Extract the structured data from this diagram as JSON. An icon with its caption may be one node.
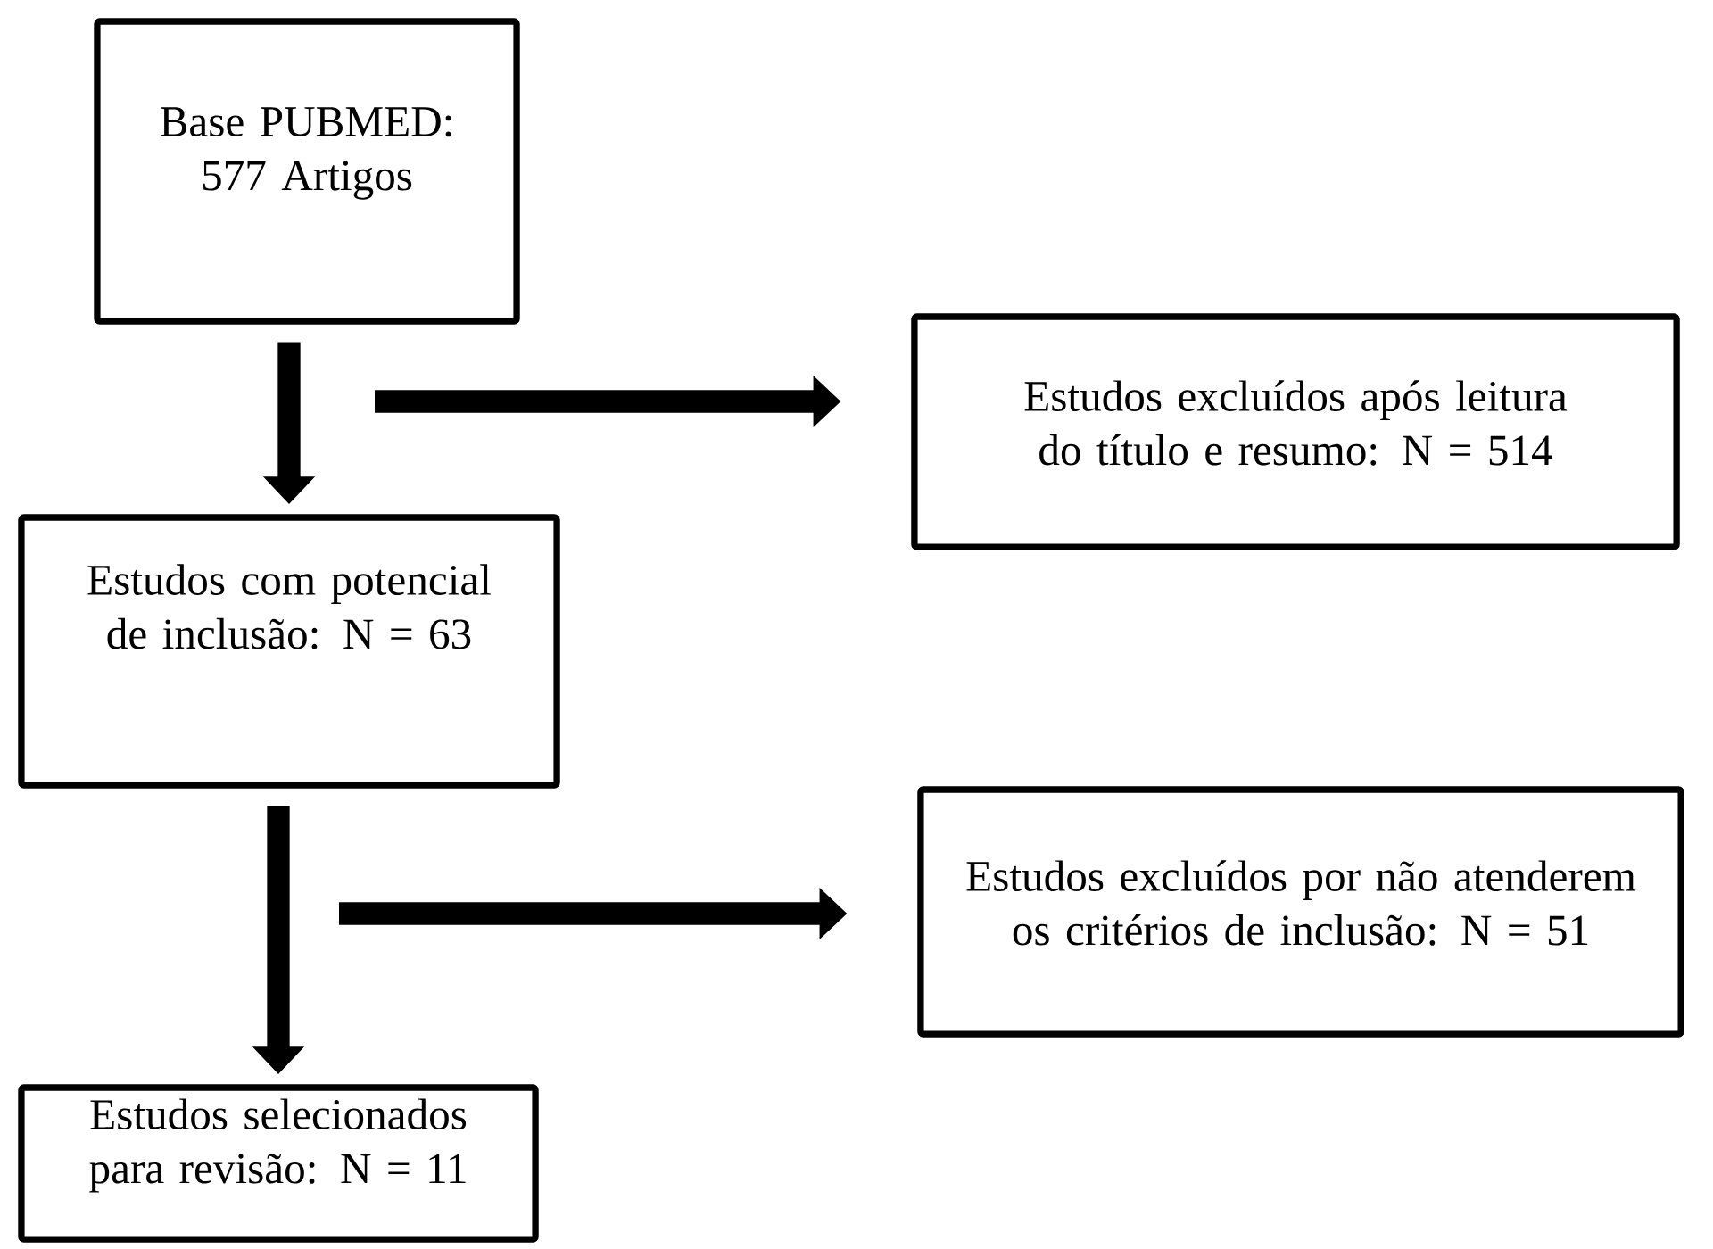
{
  "diagram": {
    "nodes": [
      {
        "text": [
          "Base PUBMED: 577 Artigos"
        ]
      },
      {
        "text": [
          "Estudos excluídos após leitura do título e resumo: N = 514"
        ]
      },
      {
        "text": [
          "Estudos com potencial de inclusão: N = 63"
        ]
      },
      {
        "text": [
          "Estudos excluídos por não atenderem os critérios de inclusão: N = 51"
        ]
      },
      {
        "text": [
          "Estudos selecionados para revisão: N = 11"
        ]
      }
    ],
    "edges": [
      {
        "from": 0,
        "to": 2,
        "arrow": "to"
      },
      {
        "from": null,
        "to": 1,
        "arrow": "to"
      },
      {
        "from": 2,
        "to": 4,
        "arrow": "to"
      },
      {
        "from": null,
        "to": 3,
        "arrow": "to"
      }
    ]
  }
}
